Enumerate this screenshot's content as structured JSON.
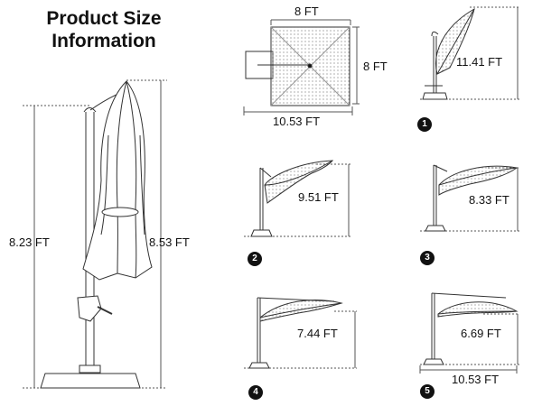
{
  "title": "Product Size\nInformation",
  "main": {
    "height_left": "8.23 FT",
    "height_right": "8.53 FT"
  },
  "top_view": {
    "width_top": "8 FT",
    "depth_right": "8 FT",
    "width_bottom": "10.53 FT"
  },
  "positions": [
    {
      "number": "1",
      "height": "11.41 FT"
    },
    {
      "number": "2",
      "height": "9.51 FT"
    },
    {
      "number": "3",
      "height": "8.33 FT"
    },
    {
      "number": "4",
      "height": "7.44 FT"
    },
    {
      "number": "5",
      "height": "6.69 FT",
      "width": "10.53 FT"
    }
  ]
}
